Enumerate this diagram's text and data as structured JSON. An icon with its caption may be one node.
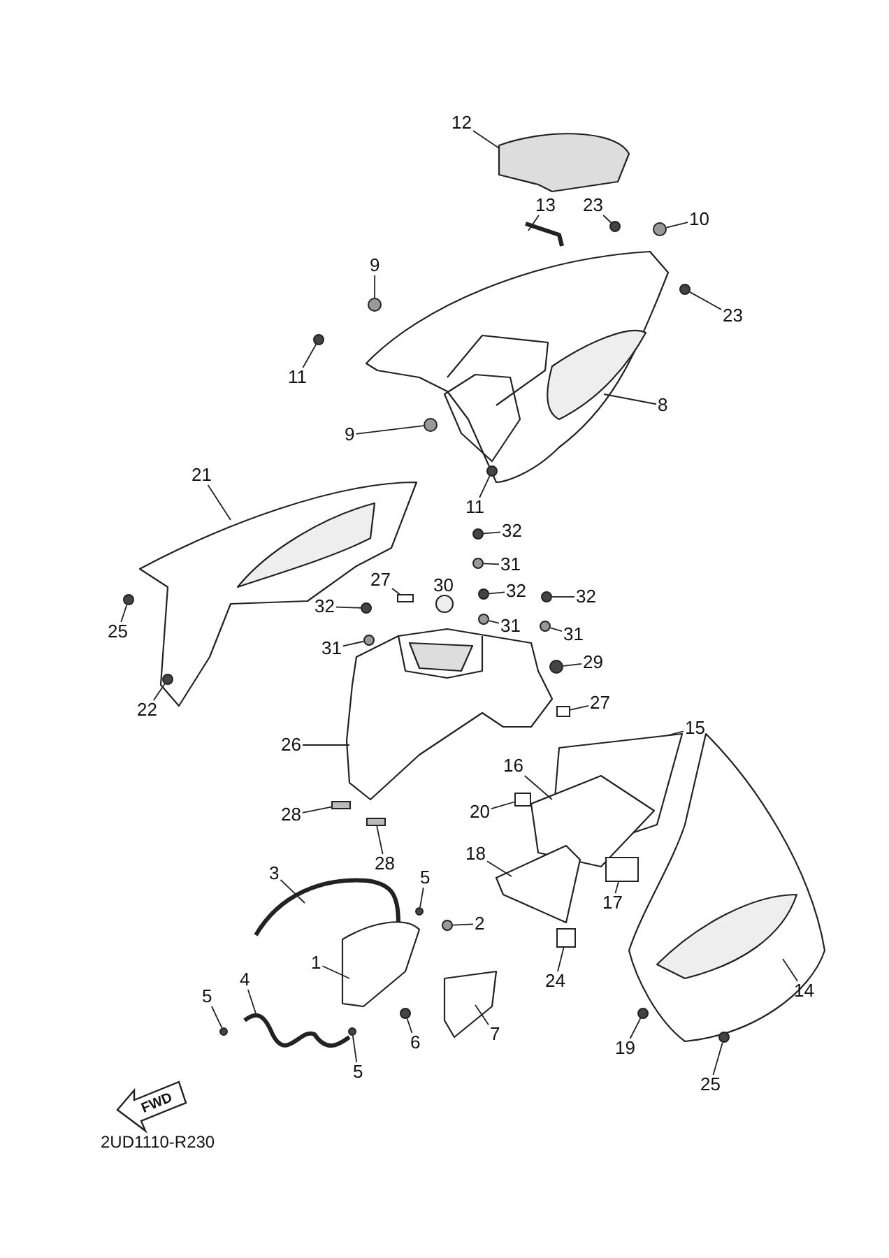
{
  "diagram": {
    "nodes": [
      {
        "text": [
          "12"
        ]
      },
      {
        "text": [
          "13"
        ]
      },
      {
        "text": [
          "23"
        ]
      },
      {
        "text": [
          "10"
        ]
      },
      {
        "text": [
          "23"
        ]
      },
      {
        "text": [
          "9"
        ]
      },
      {
        "text": [
          "11"
        ]
      },
      {
        "text": [
          "8"
        ]
      },
      {
        "text": [
          "9"
        ]
      },
      {
        "text": [
          "11"
        ]
      },
      {
        "text": [
          "21"
        ]
      },
      {
        "text": [
          "32"
        ]
      },
      {
        "text": [
          "31"
        ]
      },
      {
        "text": [
          "27"
        ]
      },
      {
        "text": [
          "32"
        ]
      },
      {
        "text": [
          "32"
        ]
      },
      {
        "text": [
          "32"
        ]
      },
      {
        "text": [
          "25"
        ]
      },
      {
        "text": [
          "31"
        ]
      },
      {
        "text": [
          "31"
        ]
      },
      {
        "text": [
          "31"
        ]
      },
      {
        "text": [
          "29"
        ]
      },
      {
        "text": [
          "22"
        ]
      },
      {
        "text": [
          "27"
        ]
      },
      {
        "text": [
          "15"
        ]
      },
      {
        "text": [
          "26"
        ]
      },
      {
        "text": [
          "16"
        ]
      },
      {
        "text": [
          "20"
        ]
      },
      {
        "text": [
          "28"
        ]
      },
      {
        "text": [
          "18"
        ]
      },
      {
        "text": [
          "28"
        ]
      },
      {
        "text": [
          "3"
        ]
      },
      {
        "text": [
          "5"
        ]
      },
      {
        "text": [
          "17"
        ]
      },
      {
        "text": [
          "2"
        ]
      },
      {
        "text": [
          "1"
        ]
      },
      {
        "text": [
          "4"
        ]
      },
      {
        "text": [
          "24"
        ]
      },
      {
        "text": [
          "5"
        ]
      },
      {
        "text": [
          "14"
        ]
      },
      {
        "text": [
          "7"
        ]
      },
      {
        "text": [
          "6"
        ]
      },
      {
        "text": [
          "19"
        ]
      },
      {
        "text": [
          "5"
        ]
      },
      {
        "text": [
          "25"
        ]
      },
      {
        "text": [],
        "shape": "circle"
      },
      {
        "text": [],
        "shape": "circle"
      },
      {
        "text": [],
        "shape": "circle"
      },
      {
        "text": [],
        "shape": "circle"
      },
      {
        "text": [],
        "shape": "circle"
      },
      {
        "text": [],
        "shape": "circle"
      },
      {
        "text": [],
        "shape": "circle"
      },
      {
        "text": [],
        "shape": "circle"
      },
      {
        "text": [],
        "shape": "circle"
      },
      {
        "text": [],
        "shape": "circle"
      },
      {
        "text": [],
        "shape": "circle"
      },
      {
        "text": [],
        "shape": "circle"
      },
      {
        "text": [],
        "shape": "circle"
      },
      {
        "text": [],
        "shape": "circle"
      },
      {
        "text": [],
        "shape": "circle"
      },
      {
        "text": [],
        "shape": "circle"
      },
      {
        "text": [],
        "shape": "circle"
      },
      {
        "text": [],
        "shape": "circle"
      },
      {
        "text": [],
        "shape": "circle"
      },
      {
        "text": [],
        "shape": "circle"
      },
      {
        "text": [],
        "shape": "circle"
      },
      {
        "text": [],
        "shape": "circle"
      },
      {
        "text": [],
        "shape": "circle"
      },
      {
        "text": [],
        "shape": "circle"
      },
      {
        "text": [],
        "shape": "circle"
      },
      {
        "text": [],
        "shape": "box"
      },
      {
        "text": [],
        "shape": "box"
      },
      {
        "text": [],
        "shape": "box"
      },
      {
        "text": [],
        "shape": "box"
      },
      {
        "text": [],
        "shape": "box"
      },
      {
        "text": [],
        "shape": "box"
      },
      {
        "text": [],
        "shape": "box"
      }
    ],
    "edges": [
      {
        "from": 0,
        "to": null,
        "arrow": "none"
      },
      {
        "from": 1,
        "to": null,
        "arrow": "none"
      },
      {
        "from": 2,
        "to": 45,
        "arrow": "none"
      },
      {
        "from": 3,
        "to": 46,
        "arrow": "none"
      },
      {
        "from": 4,
        "to": 47,
        "arrow": "none"
      },
      {
        "from": 5,
        "to": 48,
        "arrow": "none"
      },
      {
        "from": 6,
        "to": 49,
        "arrow": "none"
      },
      {
        "from": 7,
        "to": null,
        "arrow": "none"
      },
      {
        "from": 8,
        "to": 50,
        "arrow": "none"
      },
      {
        "from": 9,
        "to": 51,
        "arrow": "none"
      },
      {
        "from": 10,
        "to": null,
        "arrow": "none"
      },
      {
        "from": 11,
        "to": 52,
        "arrow": "none"
      },
      {
        "from": 12,
        "to": 53,
        "arrow": "none"
      },
      {
        "from": 13,
        "to": 70,
        "arrow": "none"
      },
      {
        "from": 14,
        "to": 54,
        "arrow": "none"
      },
      {
        "from": 15,
        "to": 55,
        "arrow": "none"
      },
      {
        "from": 16,
        "to": 56,
        "arrow": "none"
      },
      {
        "from": 17,
        "to": 57,
        "arrow": "none"
      },
      {
        "from": 18,
        "to": 58,
        "arrow": "none"
      },
      {
        "from": 19,
        "to": 59,
        "arrow": "none"
      },
      {
        "from": 20,
        "to": 60,
        "arrow": "none"
      },
      {
        "from": 21,
        "to": 61,
        "arrow": "none"
      },
      {
        "from": 22,
        "to": 62,
        "arrow": "none"
      },
      {
        "from": 23,
        "to": 71,
        "arrow": "none"
      },
      {
        "from": 24,
        "to": null,
        "arrow": "none"
      },
      {
        "from": 25,
        "to": null,
        "arrow": "none"
      },
      {
        "from": 26,
        "to": null,
        "arrow": "none"
      },
      {
        "from": 27,
        "to": 72,
        "arrow": "none"
      },
      {
        "from": 28,
        "to": 73,
        "arrow": "none"
      },
      {
        "from": 29,
        "to": null,
        "arrow": "none"
      },
      {
        "from": 30,
        "to": 74,
        "arrow": "none"
      },
      {
        "from": 31,
        "to": null,
        "arrow": "none"
      },
      {
        "from": 32,
        "to": 63,
        "arrow": "none"
      },
      {
        "from": 33,
        "to": 75,
        "arrow": "none"
      },
      {
        "from": 34,
        "to": 64,
        "arrow": "none"
      },
      {
        "from": 35,
        "to": null,
        "arrow": "none"
      },
      {
        "from": 36,
        "to": null,
        "arrow": "none"
      },
      {
        "from": 37,
        "to": 76,
        "arrow": "none"
      },
      {
        "from": 38,
        "to": 65,
        "arrow": "none"
      },
      {
        "from": 39,
        "to": null,
        "arrow": "none"
      },
      {
        "from": 40,
        "to": null,
        "arrow": "none"
      },
      {
        "from": 41,
        "to": 66,
        "arrow": "none"
      },
      {
        "from": 42,
        "to": 67,
        "arrow": "none"
      },
      {
        "from": 43,
        "to": 68,
        "arrow": "none"
      },
      {
        "from": 44,
        "to": 69,
        "arrow": "none"
      }
    ],
    "labels": [
      "30",
      "FWD",
      "2UD1110-R230"
    ]
  }
}
